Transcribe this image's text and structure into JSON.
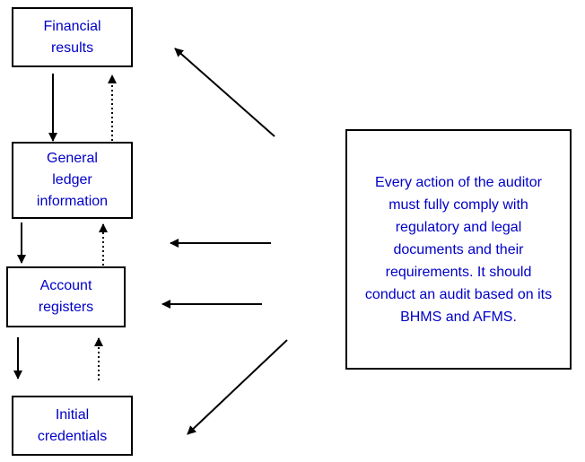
{
  "colors": {
    "text": "#0000c8",
    "border": "#000000",
    "arrow": "#000000"
  },
  "nodes": {
    "financial_results": {
      "line1": "Financial",
      "line2": "results"
    },
    "general_ledger": {
      "line1": "General",
      "line2": "ledger",
      "line3": "information"
    },
    "account_registers": {
      "line1": "Account",
      "line2": "registers"
    },
    "initial_credentials": {
      "line1": "Initial",
      "line2": "credentials"
    },
    "auditor_note": {
      "line1": "Every action of the auditor",
      "line2": "must fully comply with",
      "line3": "regulatory and legal",
      "line4": "documents and their",
      "line5": "requirements. It should",
      "line6": "conduct an audit based on its",
      "line7": "BHMS and AFMS."
    }
  },
  "connections": [
    {
      "from": "financial_results",
      "to": "general_ledger",
      "style": "solid"
    },
    {
      "from": "general_ledger",
      "to": "financial_results",
      "style": "dotted"
    },
    {
      "from": "general_ledger",
      "to": "account_registers",
      "style": "solid"
    },
    {
      "from": "account_registers",
      "to": "general_ledger",
      "style": "dotted"
    },
    {
      "from": "account_registers",
      "to": "initial_credentials",
      "style": "solid"
    },
    {
      "from": "initial_credentials",
      "to": "account_registers",
      "style": "dotted"
    },
    {
      "from": "auditor_note",
      "to": "financial_results",
      "style": "solid"
    },
    {
      "from": "auditor_note",
      "to": "general_ledger",
      "style": "solid"
    },
    {
      "from": "auditor_note",
      "to": "account_registers",
      "style": "solid"
    },
    {
      "from": "auditor_note",
      "to": "initial_credentials",
      "style": "solid"
    }
  ]
}
